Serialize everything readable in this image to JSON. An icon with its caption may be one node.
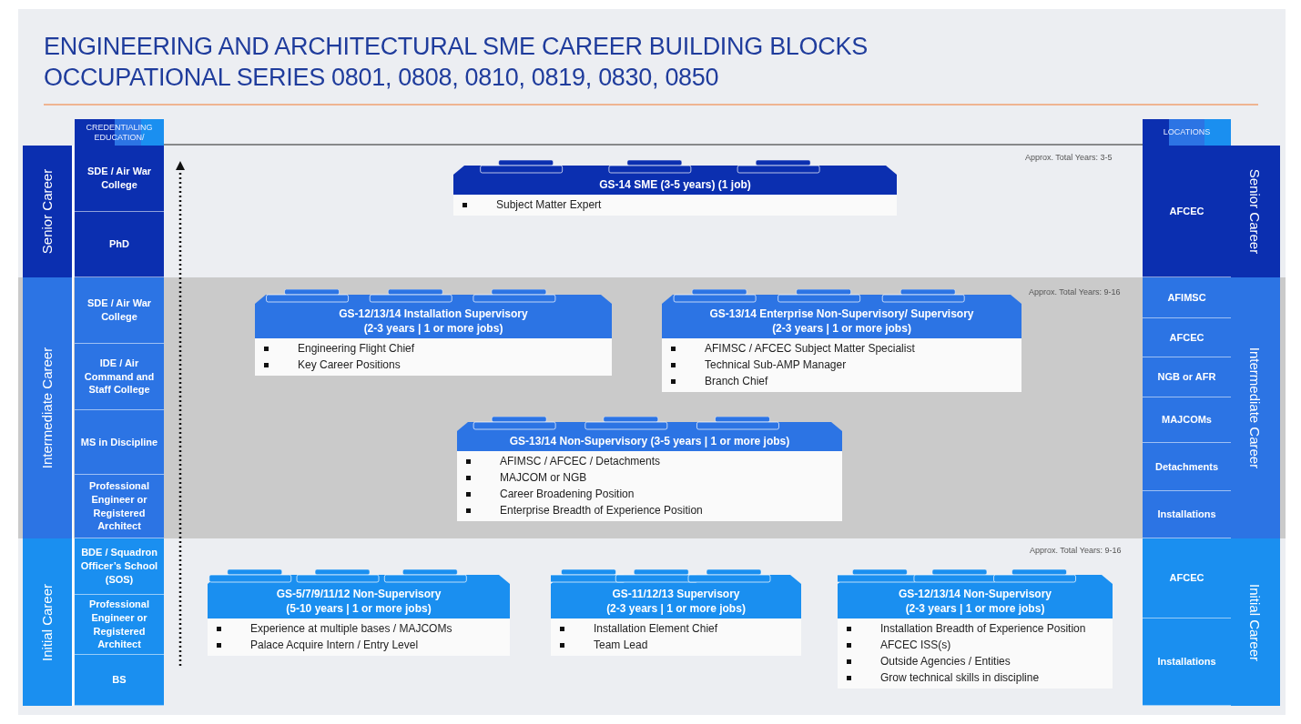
{
  "diagram": {
    "title": "ENGINEERING AND ARCHITECTURAL SME CAREER BUILDING BLOCKS OCCUPATIONAL SERIES 0801, 0808, 0810, 0819, 0830, 0850",
    "nodes": [
      {
        "text": [
          "CREDENTIALING EDUCATION/"
        ]
      },
      {
        "text": [
          "LOCATIONS"
        ]
      },
      {
        "text": [
          "Senior Career"
        ]
      },
      {
        "text": [
          "SDE / Air War College"
        ]
      },
      {
        "text": [
          "PhD"
        ]
      },
      {
        "text": [
          "GS-14 SME (3-5 years) (1 job)",
          "Subject Matter Expert"
        ]
      },
      {
        "text": [
          "AFCEC"
        ]
      },
      {
        "text": [
          "Senior Career"
        ]
      },
      {
        "text": [
          "Intermediate Career"
        ]
      },
      {
        "text": [
          "SDE / Air War College"
        ]
      },
      {
        "text": [
          "IDE / Air Command and Staff College"
        ]
      },
      {
        "text": [
          "MS in Discipline"
        ]
      },
      {
        "text": [
          "Professional Engineer or Registered Architect"
        ]
      },
      {
        "text": [
          "GS-12/13/14 Installation Supervisory",
          "(2-3 years | 1 or more jobs)",
          "Engineering Flight Chief",
          "Key Career Positions"
        ]
      },
      {
        "text": [
          "GS-13/14 Enterprise Non-Supervisory/ Supervisory",
          "(2-3 years | 1 or more jobs)",
          "AFIMSC / AFCEC Subject Matter Specialist",
          "Technical Sub-AMP Manager",
          "Branch Chief"
        ]
      },
      {
        "text": [
          "GS-13/14 Non-Supervisory (3-5 years | 1 or more jobs)",
          "AFIMSC / AFCEC / Detachments",
          "MAJCOM or NGB",
          "Career Broadening Position",
          "Enterprise Breadth of Experience Position"
        ]
      },
      {
        "text": [
          "AFIMSC"
        ]
      },
      {
        "text": [
          "AFCEC"
        ]
      },
      {
        "text": [
          "NGB or AFR"
        ]
      },
      {
        "text": [
          "MAJCOMs"
        ]
      },
      {
        "text": [
          "Detachments"
        ]
      },
      {
        "text": [
          "Installations"
        ]
      },
      {
        "text": [
          "Intermediate Career"
        ]
      },
      {
        "text": [
          "Initial Career"
        ]
      },
      {
        "text": [
          "BDE / Squadron Officer’s School (SOS)"
        ]
      },
      {
        "text": [
          "Professional Engineer or Registered Architect"
        ]
      },
      {
        "text": [
          "BS"
        ]
      },
      {
        "text": [
          "GS-5/7/9/11/12 Non-Supervisory",
          "(5-10 years | 1 or more jobs)",
          "Experience at multiple bases / MAJCOMs",
          "Palace Acquire Intern / Entry Level"
        ]
      },
      {
        "text": [
          "GS-11/12/13 Supervisory",
          "(2-3 years | 1 or more jobs)",
          "Installation Element Chief",
          "Team Lead"
        ]
      },
      {
        "text": [
          "GS-12/13/14 Non-Supervisory",
          "(2-3 years | 1 or more jobs)",
          "Installation Breadth of Experience Position",
          "AFCEC ISS(s)",
          "Outside Agencies / Entities",
          "Grow technical skills in discipline"
        ]
      },
      {
        "text": [
          "AFCEC"
        ]
      },
      {
        "text": [
          "Installations"
        ]
      },
      {
        "text": [
          "Initial Career"
        ]
      }
    ],
    "labels": [
      "Approx. Total Years: 3-5",
      "Approx. Total Years: 9-16",
      "Approx. Total Years: 9-16"
    ]
  }
}
